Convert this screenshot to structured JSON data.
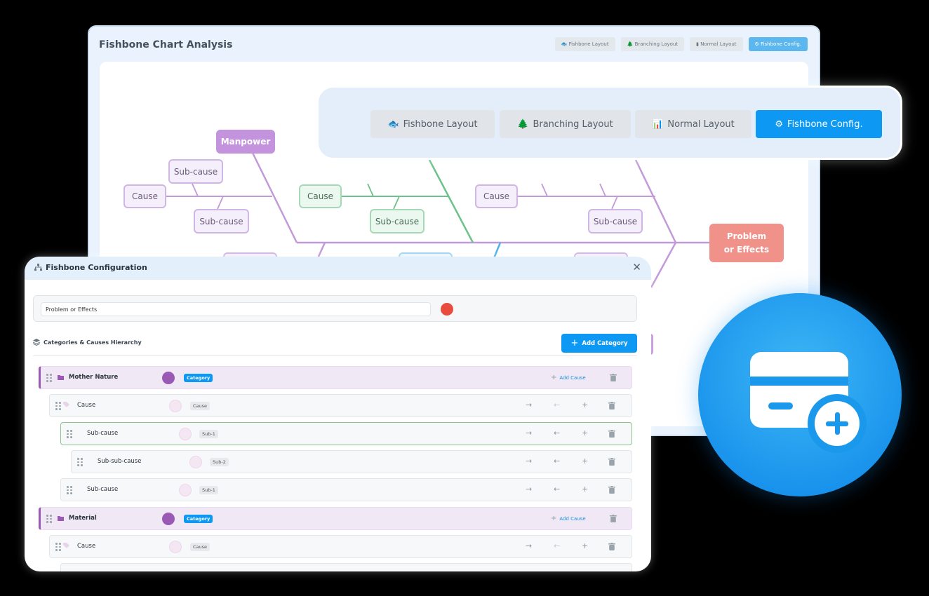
{
  "back_window": {
    "title": "Fishbone Chart Analysis",
    "tabs": [
      {
        "label": "Fishbone Layout",
        "icon": "fish-icon"
      },
      {
        "label": "Branching Layout",
        "icon": "tree-icon"
      },
      {
        "label": "Normal Layout",
        "icon": "bar-chart-icon"
      },
      {
        "label": "Fishbone Config.",
        "icon": "gear-icon",
        "active": true
      }
    ]
  },
  "fishbone": {
    "category": "Manpower",
    "cause": "Cause",
    "sub_cause": "Sub-cause",
    "effect_line1": "Problem",
    "effect_line2": "or Effects"
  },
  "floating_tabs": [
    {
      "label": "Fishbone Layout",
      "icon": "fish-icon"
    },
    {
      "label": "Branching Layout",
      "icon": "tree-icon"
    },
    {
      "label": "Normal Layout",
      "icon": "bar-chart-icon"
    },
    {
      "label": "Fishbone Config.",
      "icon": "gear-icon",
      "active": true
    }
  ],
  "dialog": {
    "title": "Fishbone Configuration",
    "problem_value": "Problem or Effects",
    "problem_color": "#e74c3c",
    "hierarchy_label": "Categories & Causes Hierarchy",
    "add_category_label": "Add Category",
    "add_cause_label": "Add Cause",
    "rows": [
      {
        "label": "Mother Nature",
        "badge": "Category",
        "type": "category"
      },
      {
        "label": "Cause",
        "badge": "Cause",
        "type": "cause"
      },
      {
        "label": "Sub-cause",
        "badge": "Sub-1",
        "type": "sub1"
      },
      {
        "label": "Sub-sub-cause",
        "badge": "Sub-2",
        "type": "sub2"
      },
      {
        "label": "Sub-cause",
        "badge": "Sub-1",
        "type": "sub1"
      },
      {
        "label": "Material",
        "badge": "Category",
        "type": "category"
      },
      {
        "label": "Cause",
        "badge": "Cause",
        "type": "cause"
      }
    ]
  },
  "colors": {
    "accent": "#0d99f3",
    "category": "#9b59b6",
    "effect": "#f0928a",
    "branch_purple": "#c39ad8",
    "branch_green": "#6cc28a",
    "branch_blue": "#4fb3ec"
  }
}
